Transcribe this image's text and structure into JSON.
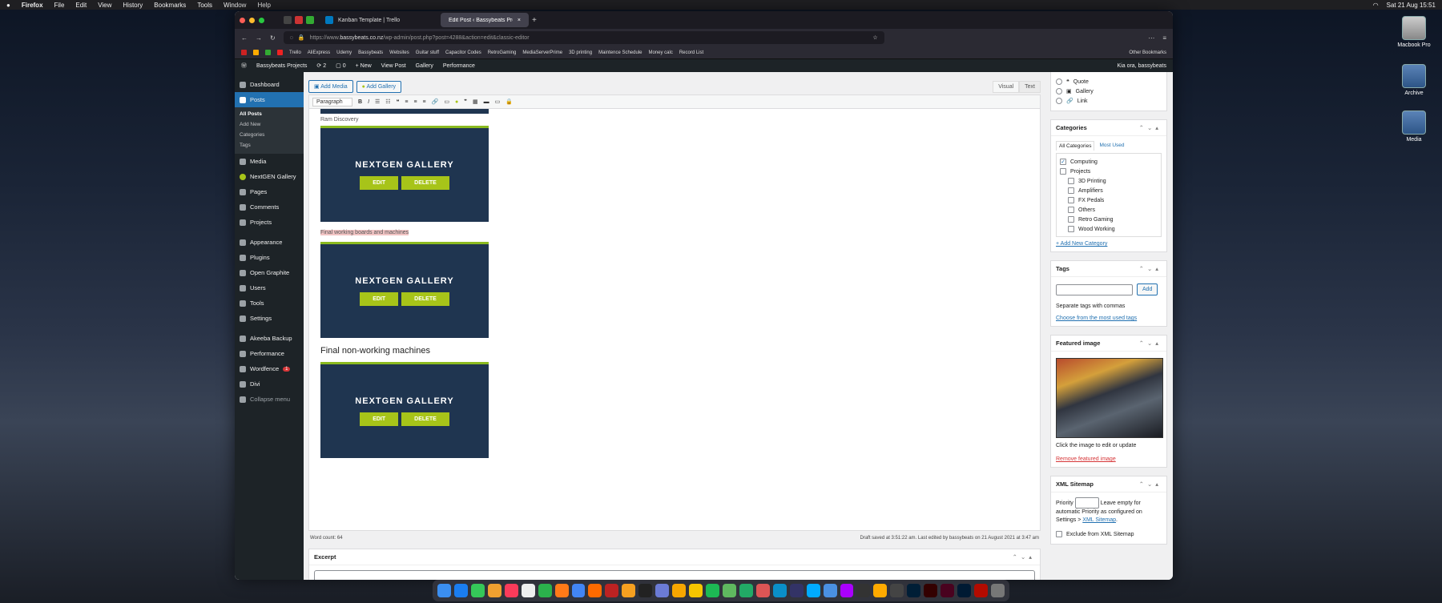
{
  "menubar": {
    "app": "Firefox",
    "menus": [
      "File",
      "Edit",
      "View",
      "History",
      "Bookmarks",
      "Tools",
      "Window",
      "Help"
    ],
    "clock": "Sat 21 Aug 15:51"
  },
  "desktop": {
    "icons": [
      "Macbook Pro",
      "Archive",
      "Media"
    ]
  },
  "browser": {
    "tabs": [
      {
        "label": "Kanban Template | Trello"
      },
      {
        "label": "Edit Post ‹ Bassybeats Projects — W"
      }
    ],
    "url_prefix": "https://www.",
    "url_host": "bassybeats.co.nz",
    "url_path": "/wp-admin/post.php?post=4288&action=edit&classic-editor",
    "bookmarks": [
      "Trello",
      "AliExpress",
      "Udemy",
      "Bassybeats",
      "Websites",
      "Guitar stuff",
      "Capacitor Codes",
      "RetroGaming",
      "MediaServerPrime",
      "3D printing",
      "Maintence Schedule",
      "Money calc",
      "Record List"
    ],
    "other_bookmarks": "Other Bookmarks"
  },
  "wpbar": {
    "site": "Bassybeats Projects",
    "updates": "2",
    "comments": "0",
    "new": "New",
    "view_post": "View Post",
    "gallery": "Gallery",
    "performance": "Performance",
    "greeting": "Kia ora, bassybeats"
  },
  "sidebar": {
    "items": [
      "Dashboard",
      "Posts",
      "Media",
      "NextGEN Gallery",
      "Pages",
      "Comments",
      "Projects",
      "Appearance",
      "Plugins",
      "Open Graphite",
      "Users",
      "Tools",
      "Settings",
      "Akeeba Backup",
      "Performance",
      "Wordfence",
      "Divi",
      "Collapse menu"
    ],
    "posts_sub": [
      "All Posts",
      "Add New",
      "Categories",
      "Tags"
    ],
    "wordfence_badge": "1"
  },
  "editor": {
    "add_media": "Add Media",
    "add_gallery": "Add Gallery",
    "tab_visual": "Visual",
    "tab_text": "Text",
    "format": "Paragraph",
    "caption1": "Ram Discovery",
    "caption2": "Final working boards and machines",
    "heading": "Final non-working machines",
    "gallery_title": "NEXTGEN GALLERY",
    "gallery_edit": "EDIT",
    "gallery_delete": "DELETE",
    "word_count": "Word count: 64",
    "draft_status": "Draft saved at 3:51:22 am. Last edited by bassybeats on 21 August 2021 at 3:47 am"
  },
  "excerpt": {
    "title": "Excerpt"
  },
  "format_box": {
    "options": [
      "Quote",
      "Gallery",
      "Link"
    ]
  },
  "categories": {
    "title": "Categories",
    "tab_all": "All Categories",
    "tab_used": "Most Used",
    "items": [
      {
        "label": "Computing",
        "checked": true,
        "child": false
      },
      {
        "label": "Projects",
        "checked": false,
        "child": false
      },
      {
        "label": "3D Printing",
        "checked": false,
        "child": true
      },
      {
        "label": "Amplifiers",
        "checked": false,
        "child": true
      },
      {
        "label": "FX Pedals",
        "checked": false,
        "child": true
      },
      {
        "label": "Others",
        "checked": false,
        "child": true
      },
      {
        "label": "Retro Gaming",
        "checked": false,
        "child": true
      },
      {
        "label": "Wood Working",
        "checked": false,
        "child": true
      }
    ],
    "add_new": "+ Add New Category"
  },
  "tags": {
    "title": "Tags",
    "add": "Add",
    "hint": "Separate tags with commas",
    "choose": "Choose from the most used tags"
  },
  "featured": {
    "title": "Featured image",
    "hint": "Click the image to edit or update",
    "remove": "Remove featured image"
  },
  "sitemap": {
    "title": "XML Sitemap",
    "priority": "Priority",
    "help1": "Leave empty for automatic Priority as configured on Settings >",
    "help_link": "XML Sitemap",
    "exclude": "Exclude from XML Sitemap"
  },
  "colors": {
    "wp_blue": "#2271b1",
    "wp_dark": "#1d2327",
    "nextgen_green": "#a7c419"
  }
}
